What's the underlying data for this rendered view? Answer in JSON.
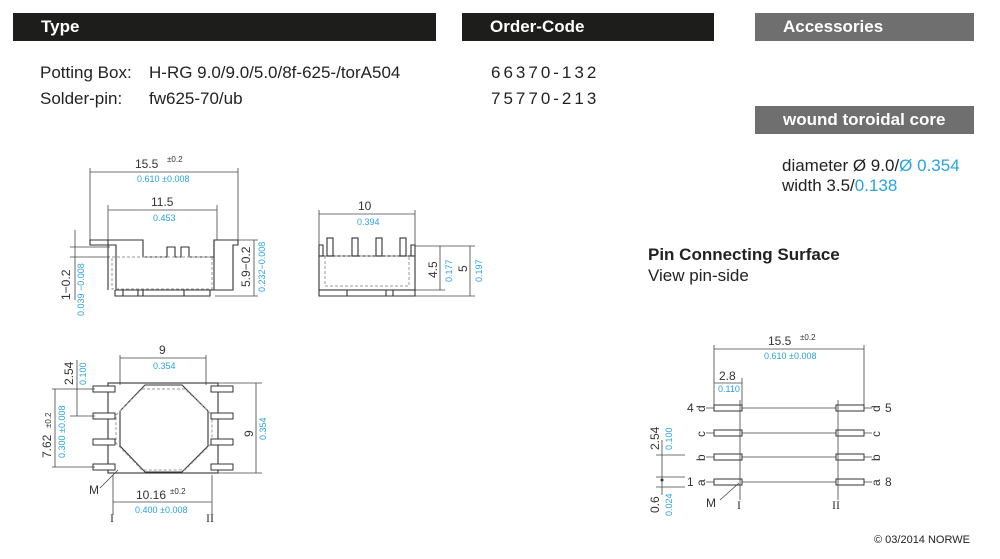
{
  "headers": {
    "type": "Type",
    "order_code": "Order-Code",
    "accessories": "Accessories",
    "wound_core": "wound toroidal core"
  },
  "type_rows": [
    {
      "label": "Potting Box:",
      "value": "H-RG 9.0/9.0/5.0/8f-625-/torA504",
      "code": "66370-132"
    },
    {
      "label": "Solder-pin:",
      "value": "fw625-70/ub",
      "code": "75770-213"
    }
  ],
  "core": {
    "diameter_label": "diameter Ø 9.0/",
    "diameter_inch": "Ø 0.354",
    "width_label": "width 3.5/",
    "width_inch": "0.138"
  },
  "pin_surface": {
    "title": "Pin Connecting Surface",
    "subtitle": "View pin-side"
  },
  "drawing_side": {
    "width_mm": "15.5",
    "width_tol": "±0.2",
    "width_in": "0.610 ±0.008",
    "inner_mm": "11.5",
    "inner_in": "0.453",
    "height_mm": "5.9−0.2",
    "height_in": "0.232−0.008",
    "pin_mm": "1−0.2",
    "pin_in": "0.039 −0.008"
  },
  "drawing_front": {
    "width_mm": "10",
    "width_in": "0.394",
    "h1_mm": "4.5",
    "h1_in": "0.177",
    "h2_mm": "5",
    "h2_in": "0.197"
  },
  "drawing_top": {
    "width_mm": "9",
    "width_in": "0.354",
    "height_mm": "9",
    "height_in": "0.354",
    "pitch_mm": "2.54",
    "pitch_in": "0.100",
    "span_mm": "7.62",
    "span_tol": "±0.2",
    "span_in": "0.300 ±0.008",
    "row_mm": "10.16",
    "row_tol": "±0.2",
    "row_in": "0.400 ±0.008",
    "marker": "M",
    "row1": "I",
    "row2": "II"
  },
  "drawing_pins": {
    "width_mm": "15.5",
    "width_tol": "±0.2",
    "width_in": "0.610 ±0.008",
    "pin_mm": "2.8",
    "pin_in": "0.110",
    "pitch_mm": "2.54",
    "pitch_in": "0.100",
    "offset_mm": "0.6",
    "offset_in": "0.024",
    "left_letters": [
      "d",
      "c",
      "b",
      "a"
    ],
    "right_letters": [
      "d",
      "c",
      "b",
      "a"
    ],
    "left_numbers": [
      "4",
      "",
      "",
      "1"
    ],
    "right_numbers": [
      "5",
      "",
      "",
      "8"
    ],
    "marker": "M",
    "row1": "I",
    "row2": "II"
  },
  "footer": "© 03/2014 NORWE"
}
